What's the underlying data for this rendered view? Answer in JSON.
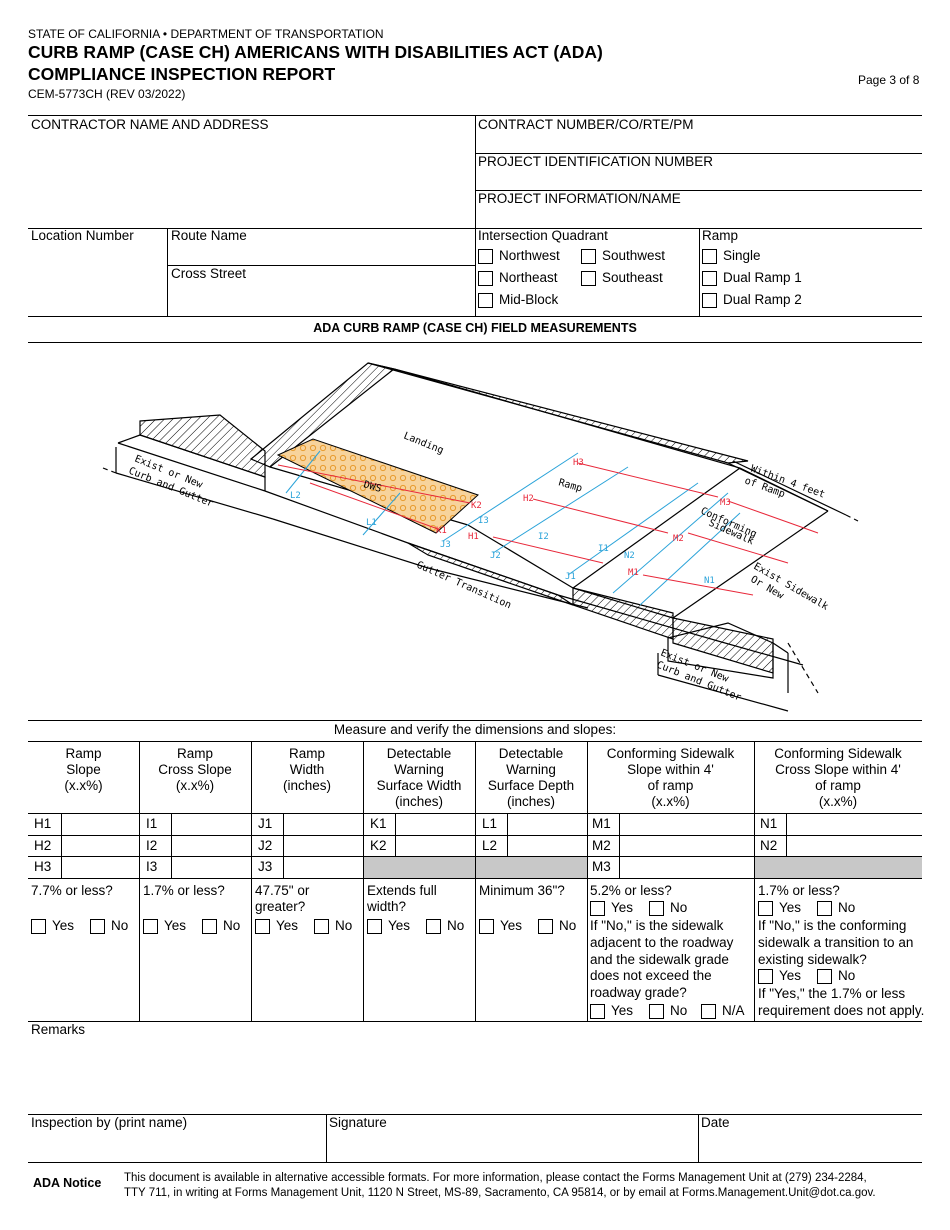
{
  "header": {
    "agency": "STATE OF CALIFORNIA • DEPARTMENT OF TRANSPORTATION",
    "title_line1": "CURB RAMP (CASE CH) AMERICANS WITH DISABILITIES ACT (ADA)",
    "title_line2": "COMPLIANCE INSPECTION REPORT",
    "form_number": "CEM-5773CH (REV 03/2022)",
    "page": "Page 3 of 8"
  },
  "top_fields": {
    "contractor": "CONTRACTOR NAME AND ADDRESS",
    "contract_number": "CONTRACT NUMBER/CO/RTE/PM",
    "project_id": "PROJECT IDENTIFICATION NUMBER",
    "project_info": "PROJECT INFORMATION/NAME"
  },
  "location": {
    "location_number": "Location Number",
    "route_name": "Route Name",
    "cross_street": "Cross Street",
    "quadrant_label": "Intersection Quadrant",
    "quadrants": [
      "Northwest",
      "Southwest",
      "Northeast",
      "Southeast",
      "Mid-Block"
    ],
    "ramp_label": "Ramp",
    "ramps": [
      "Single",
      "Dual Ramp 1",
      "Dual Ramp 2"
    ]
  },
  "section_title": "ADA CURB RAMP (CASE CH) FIELD MEASUREMENTS",
  "diagram": {
    "landing": "Landing",
    "ramp": "Ramp",
    "dws": "DWS",
    "curb1": "Exist or New",
    "curb2": "Curb and Gutter",
    "gutter": "Gutter Transition",
    "within1": "Within 4 feet",
    "within2": "of Ramp",
    "conf1": "Conforming",
    "conf2": "Sidewalk",
    "exsw1": "Exist Sidewalk",
    "exsw2": "Or New",
    "curbB1": "Exist or New",
    "curbB2": "Curb and Gutter",
    "H1": "H1",
    "H2": "H2",
    "H3": "H3",
    "I1": "I1",
    "I2": "I2",
    "I3": "I3",
    "J1": "J1",
    "J2": "J2",
    "J3": "J3",
    "K1": "K1",
    "K2": "K2",
    "L1": "L1",
    "L2": "L2",
    "M1": "M1",
    "M2": "M2",
    "M3": "M3",
    "N1": "N1",
    "N2": "N2"
  },
  "measure_caption": "Measure and verify the dimensions and slopes:",
  "columns": [
    {
      "h1": "Ramp",
      "h2": "Slope",
      "h3": "(x.x%)",
      "h4": ""
    },
    {
      "h1": "Ramp",
      "h2": "Cross Slope",
      "h3": "(x.x%)",
      "h4": ""
    },
    {
      "h1": "Ramp",
      "h2": "Width",
      "h3": "(inches)",
      "h4": ""
    },
    {
      "h1": "Detectable",
      "h2": "Warning",
      "h3": "Surface Width",
      "h4": "(inches)"
    },
    {
      "h1": "Detectable",
      "h2": "Warning",
      "h3": "Surface Depth",
      "h4": "(inches)"
    },
    {
      "h1": "Conforming Sidewalk",
      "h2": "Slope within 4'",
      "h3": "of ramp",
      "h4": "(x.x%)"
    },
    {
      "h1": "Conforming Sidewalk",
      "h2": "Cross Slope within 4'",
      "h3": "of ramp",
      "h4": "(x.x%)"
    }
  ],
  "rows": [
    [
      "H1",
      "I1",
      "J1",
      "K1",
      "L1",
      "M1",
      "N1"
    ],
    [
      "H2",
      "I2",
      "J2",
      "K2",
      "L2",
      "M2",
      "N2"
    ],
    [
      "H3",
      "I3",
      "J3",
      "",
      "",
      "M3",
      ""
    ]
  ],
  "criteria": {
    "c1": "7.7% or less?",
    "c2": "1.7% or less?",
    "c3a": "47.75\" or",
    "c3b": "greater?",
    "c4a": "Extends full",
    "c4b": "width?",
    "c5": "Minimum 36\"?",
    "c6": "5.2% or less?",
    "c6q1": "If \"No,\" is the sidewalk",
    "c6q2": "adjacent to the roadway",
    "c6q3": "and the sidewalk grade",
    "c6q4": "does not exceed the",
    "c6q5": "roadway grade?",
    "c7": "1.7% or less?",
    "c7q1": "If \"No,\" is the conforming",
    "c7q2": "sidewalk a transition to an",
    "c7q3": "existing sidewalk?",
    "c7n1": "If \"Yes,\" the 1.7% or less",
    "c7n2": "requirement does not apply.",
    "yes": "Yes",
    "no": "No",
    "na": "N/A"
  },
  "remarks": "Remarks",
  "footer_fields": {
    "inspection_by": "Inspection by (print name)",
    "signature": "Signature",
    "date": "Date"
  },
  "ada_notice": {
    "label": "ADA Notice",
    "line1": "This document is available in alternative accessible formats. For more information, please contact the Forms Management Unit at (279) 234-2284,",
    "line2": "TTY 711, in writing at Forms Management Unit, 1120 N Street, MS-89, Sacramento, CA 95814, or by email at Forms.Management.Unit@dot.ca.gov."
  },
  "colors": {
    "ramp_lines": "#2aa3d9",
    "measure_lines": "#e8283a",
    "dws_fill": "#f6c27a"
  }
}
